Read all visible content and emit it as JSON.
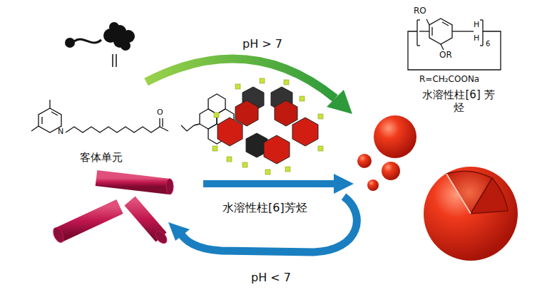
{
  "diagram": {
    "labels": [
      "pH > 7",
      "RO",
      "H",
      "H",
      "6",
      "OR",
      "R=CH₂COONa",
      "水溶性柱[6] 芳烃",
      "N",
      "O",
      "客体单元",
      "水溶性柱[6]芳烃",
      "pH < 7"
    ]
  }
}
